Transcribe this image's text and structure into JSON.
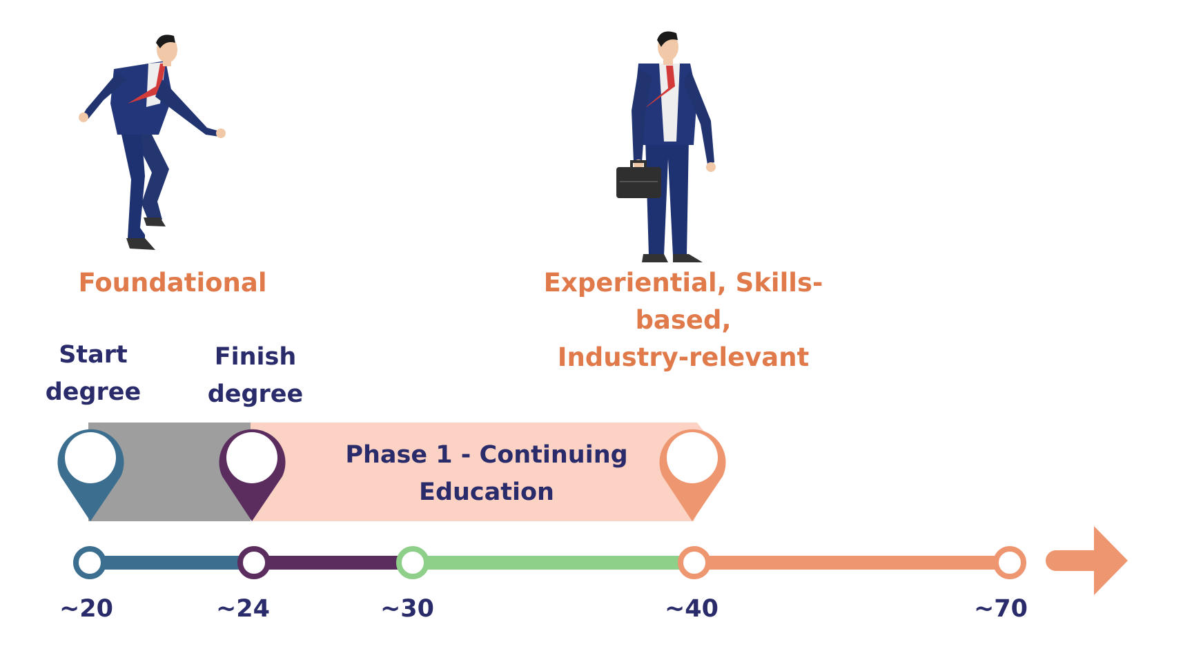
{
  "stages": {
    "foundational": "Foundational",
    "experiential_line1": "Experiential, Skills-based,",
    "experiential_line2": "Industry-relevant"
  },
  "milestones": {
    "start_line1": "Start",
    "start_line2": "degree",
    "finish_line1": "Finish",
    "finish_line2": "degree"
  },
  "phase": {
    "line1": "Phase 1 - Continuing",
    "line2": "Education"
  },
  "ages": [
    "~20",
    "~24",
    "~30",
    "~40",
    "~70"
  ],
  "colors": {
    "blue": "#3B6E8F",
    "purple": "#5B2C5E",
    "green": "#8ECF8A",
    "orange": "#EE9670",
    "grey_band": "#9E9E9E",
    "peach_band": "#FBD2C3",
    "navy_text": "#2A2B6A",
    "orange_text": "#E07A4A"
  },
  "icons": {
    "figure_running": "businessman-running-icon",
    "figure_standing": "businessman-with-briefcase-icon",
    "pin": "map-pin-icon",
    "arrow": "arrow-right-icon"
  }
}
